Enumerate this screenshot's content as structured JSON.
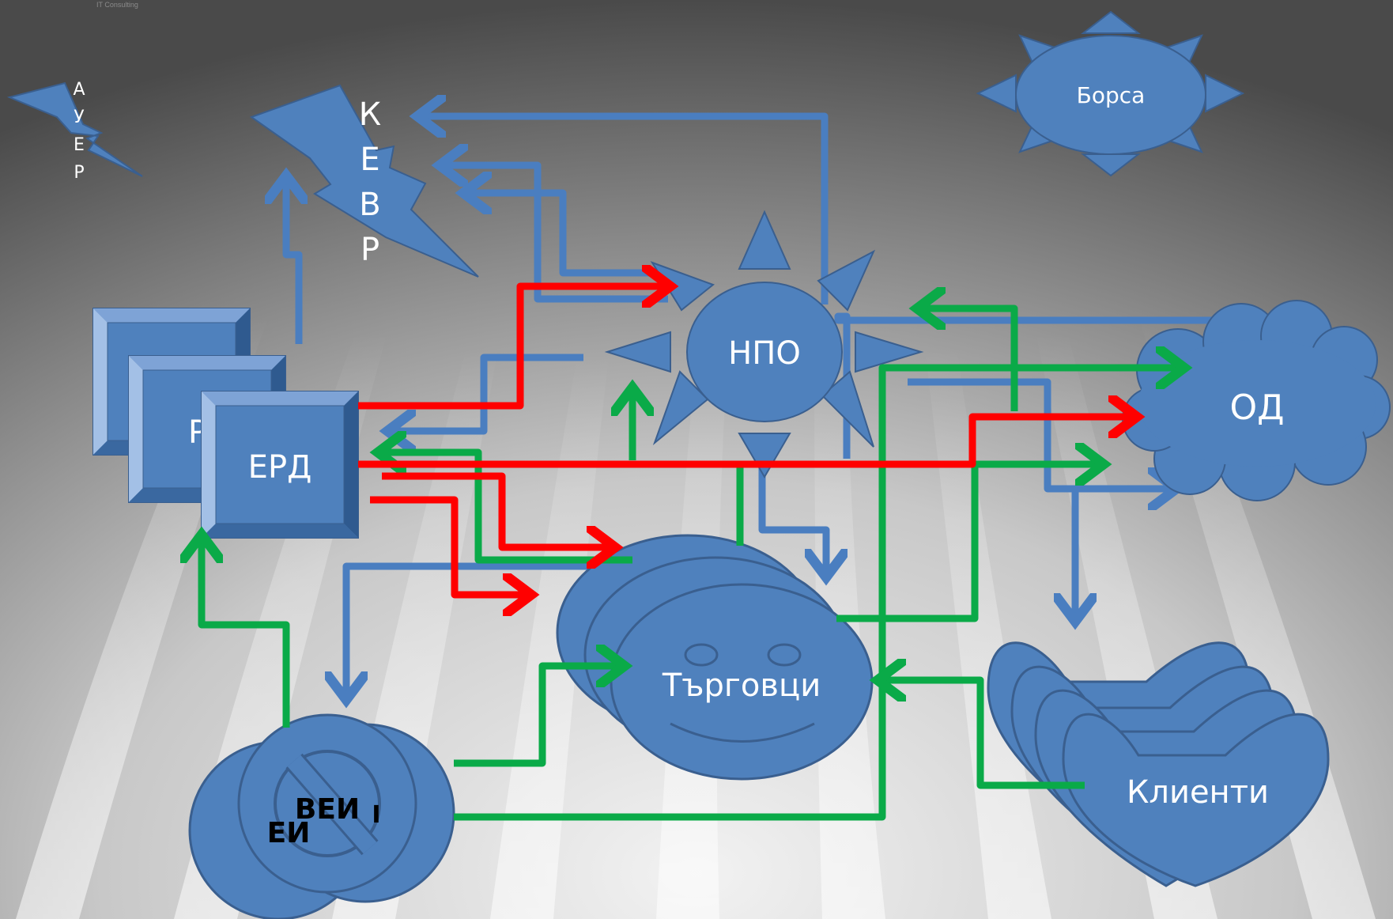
{
  "watermark": "IT Consulting",
  "colors": {
    "shape_fill": "#4f81bd",
    "shape_stroke": "#3a5f8f",
    "blue_arrow": "#4a7ec0",
    "green_arrow": "#0aaa48",
    "red_arrow": "#ff0000"
  },
  "nodes": {
    "auer_letters": [
      "А",
      "У",
      "Е",
      "Р"
    ],
    "kevr_letters": [
      "К",
      "Е",
      "В",
      "Р"
    ],
    "borsa": "Борса",
    "npo": "НПО",
    "od": "ОД",
    "erd_back": "Р",
    "erd": "ЕРД",
    "traders": "Търговци",
    "clients": "Клиенти",
    "vei_front": "ВЕИ",
    "vei_back": "ЕИ",
    "vei_side": "І"
  }
}
